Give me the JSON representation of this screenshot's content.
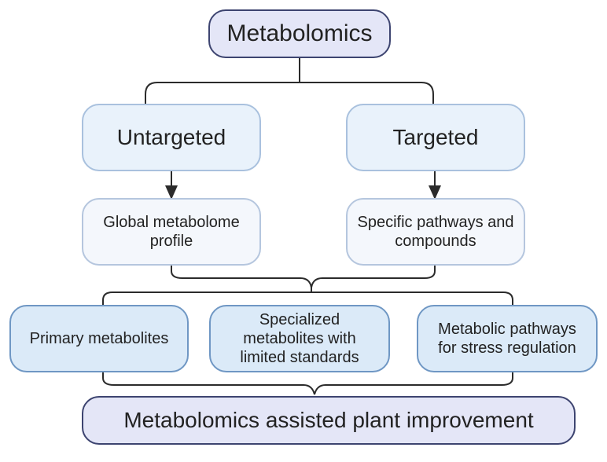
{
  "diagram": {
    "root": "Metabolomics",
    "branches": {
      "untargeted": "Untargeted",
      "targeted": "Targeted"
    },
    "details": {
      "global_line1": "Global metabolome",
      "global_line2": "profile",
      "specific_line1": "Specific pathways and",
      "specific_line2": "compounds"
    },
    "categories": {
      "primary": "Primary metabolites",
      "specialized_line1": "Specialized",
      "specialized_line2": "metabolites with",
      "specialized_line3": "limited standards",
      "pathways_line1": "Metabolic pathways",
      "pathways_line2": "for stress regulation"
    },
    "outcome": "Metabolomics assisted plant improvement"
  },
  "colors": {
    "root_fill": "#e4e6f7",
    "root_border": "#3d4470",
    "branch_fill": "#e9f2fb",
    "detail_fill": "#f4f7fc",
    "category_fill": "#dbeaf8",
    "category_border": "#6f97c4",
    "connector": "#2b2b2b"
  }
}
